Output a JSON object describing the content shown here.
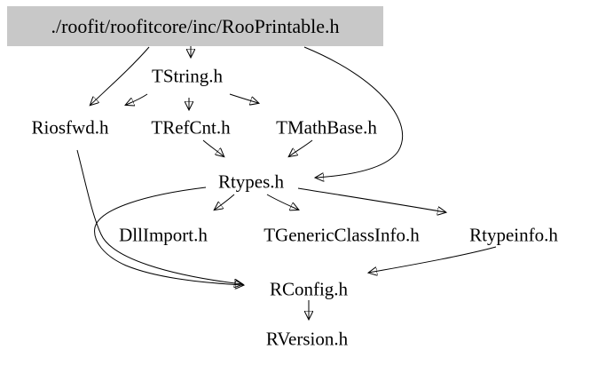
{
  "diagram": {
    "type": "include-dependency-graph",
    "colors": {
      "root_highlight_bg": "#c8c8c8",
      "edge": "#000000",
      "text": "#000000",
      "background": "#ffffff"
    },
    "nodes": {
      "root": {
        "label": "./roofit/roofitcore/inc/RooPrintable.h"
      },
      "tstring": {
        "label": "TString.h"
      },
      "riosfwd": {
        "label": "Riosfwd.h"
      },
      "trefcnt": {
        "label": "TRefCnt.h"
      },
      "tmathbase": {
        "label": "TMathBase.h"
      },
      "rtypes": {
        "label": "Rtypes.h"
      },
      "dllimport": {
        "label": "DllImport.h"
      },
      "tgenericclassinfo": {
        "label": "TGenericClassInfo.h"
      },
      "rtypeinfo": {
        "label": "Rtypeinfo.h"
      },
      "rconfig": {
        "label": "RConfig.h"
      },
      "rversion": {
        "label": "RVersion.h"
      }
    },
    "edges": [
      {
        "from": "./roofit/roofitcore/inc/RooPrintable.h",
        "to": "TString.h"
      },
      {
        "from": "./roofit/roofitcore/inc/RooPrintable.h",
        "to": "Riosfwd.h"
      },
      {
        "from": "./roofit/roofitcore/inc/RooPrintable.h",
        "to": "Rtypes.h"
      },
      {
        "from": "TString.h",
        "to": "Riosfwd.h"
      },
      {
        "from": "TString.h",
        "to": "TRefCnt.h"
      },
      {
        "from": "TString.h",
        "to": "TMathBase.h"
      },
      {
        "from": "TRefCnt.h",
        "to": "Rtypes.h"
      },
      {
        "from": "TMathBase.h",
        "to": "Rtypes.h"
      },
      {
        "from": "Rtypes.h",
        "to": "DllImport.h"
      },
      {
        "from": "Rtypes.h",
        "to": "TGenericClassInfo.h"
      },
      {
        "from": "Rtypes.h",
        "to": "Rtypeinfo.h"
      },
      {
        "from": "Rtypes.h",
        "to": "RConfig.h"
      },
      {
        "from": "Riosfwd.h",
        "to": "RConfig.h"
      },
      {
        "from": "Rtypeinfo.h",
        "to": "RConfig.h"
      },
      {
        "from": "RConfig.h",
        "to": "RVersion.h"
      }
    ]
  }
}
